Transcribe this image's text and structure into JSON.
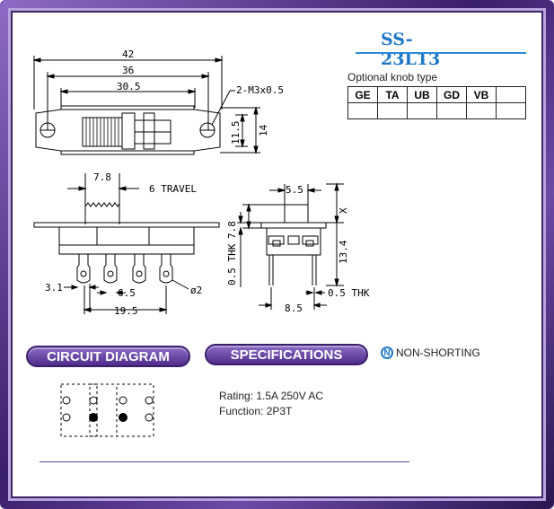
{
  "model": "SS-23L13",
  "knob": {
    "caption": "Optional knob type",
    "types": [
      "GE",
      "TA",
      "UB",
      "GD",
      "VB",
      ""
    ]
  },
  "headers": {
    "circuit": "CIRCUIT DIAGRAM",
    "specifications": "SPECIFICATIONS",
    "non_shorting": "NON-SHORTING",
    "non_shorting_logo": "N"
  },
  "specs": {
    "rating": "Rating: 1.5A 250V AC",
    "function": "Function: 2P3T"
  },
  "dimensions": {
    "top": {
      "overall": "42",
      "mount": "36",
      "body": "30.5",
      "screw": "2-M3x0.5",
      "height_inner": "11.5",
      "height_outer": "14"
    },
    "side": {
      "knob_width": "7.8",
      "travel": "6 TRAVEL",
      "plate": "0.5 THK",
      "knob_height": "7.8",
      "pin_offset": "3.1",
      "pitch": "6.5",
      "span": "19.5",
      "hole": "ø2"
    },
    "end": {
      "knob": "5.5",
      "x": "X",
      "height": "13.4",
      "width": "8.5",
      "pin_thk": "0.5 THK"
    }
  }
}
